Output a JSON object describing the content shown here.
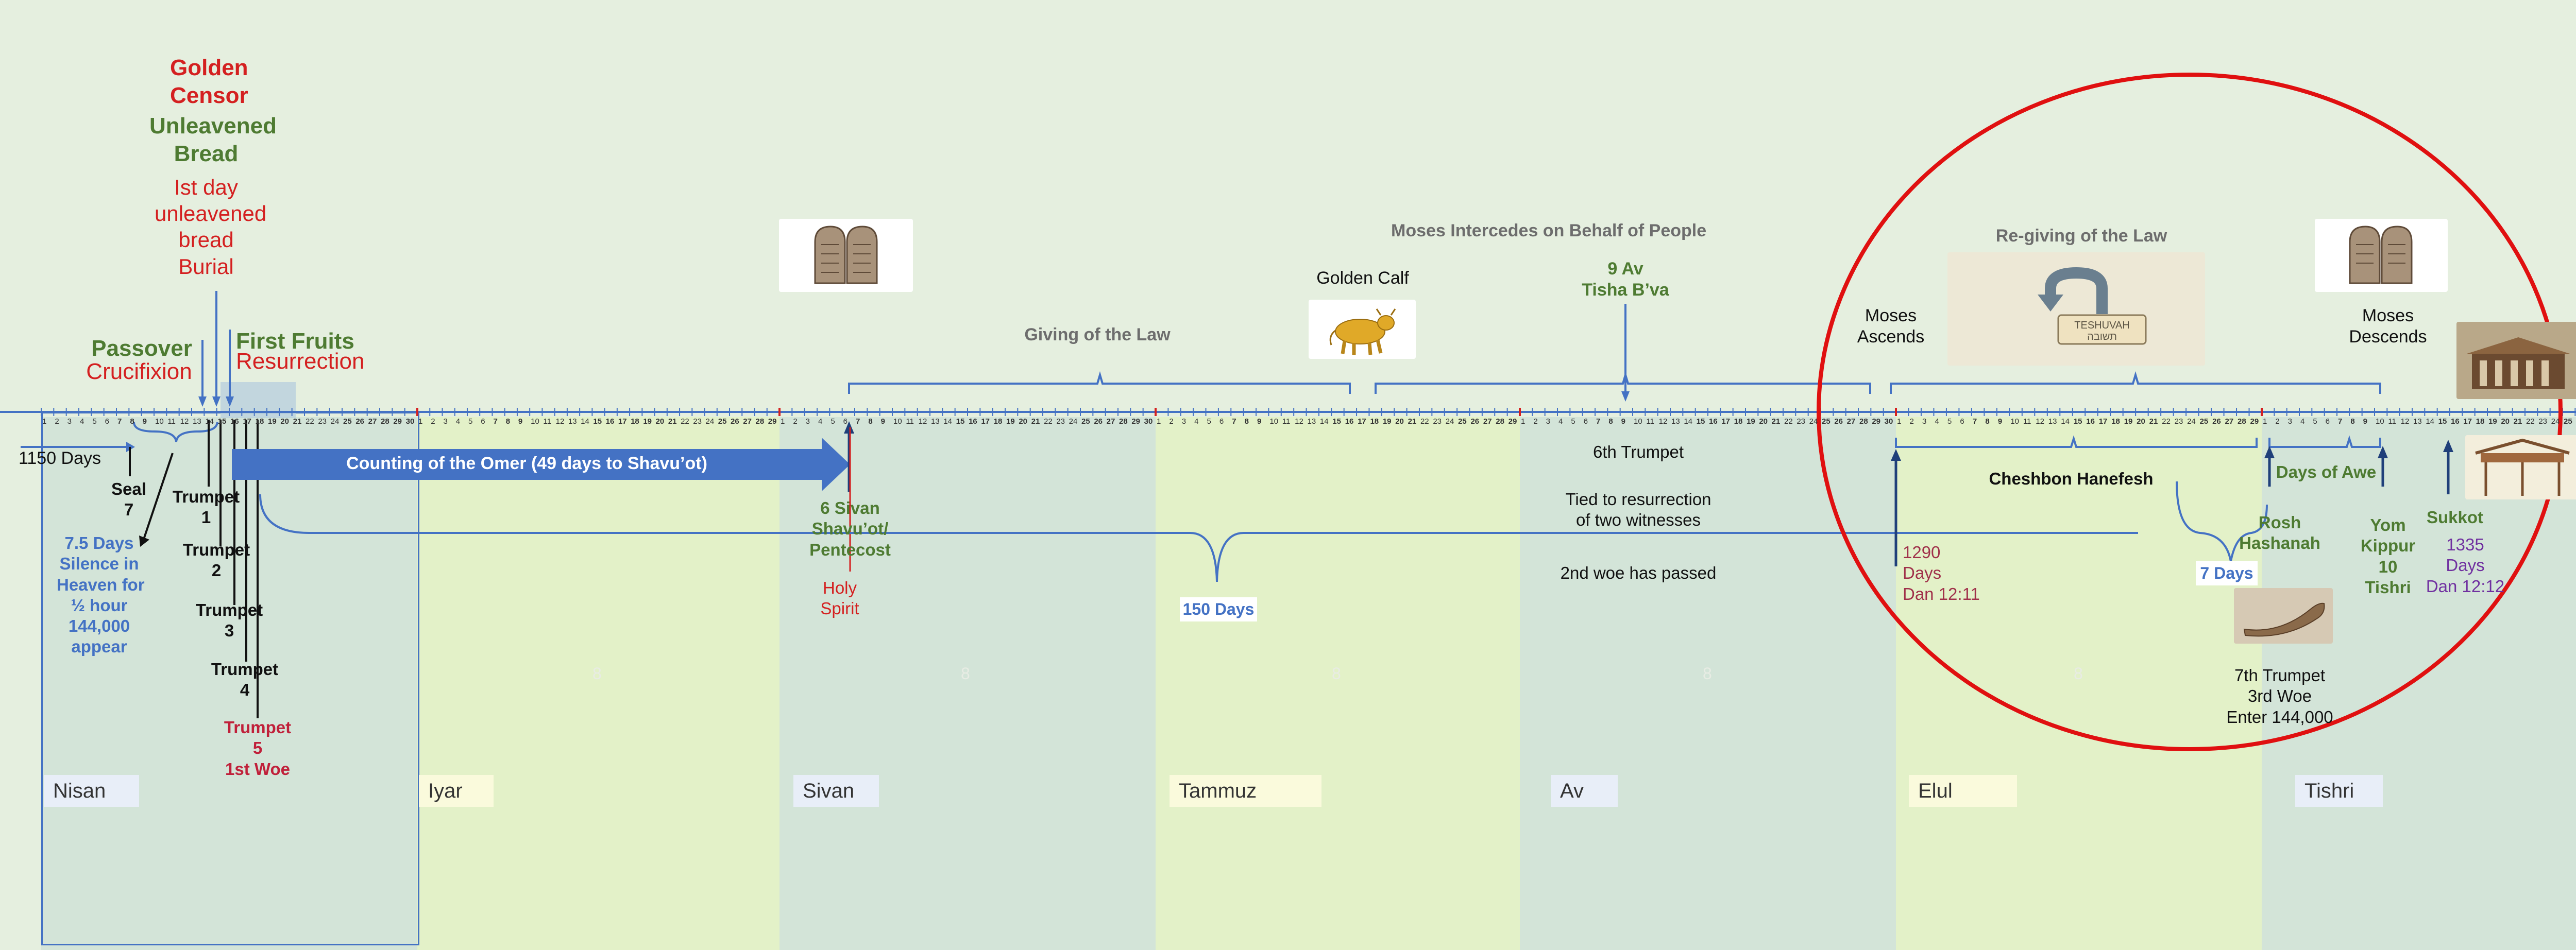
{
  "months": [
    "Nisan",
    "Iyar",
    "Sivan",
    "Tammuz",
    "Av",
    "Elul",
    "Tishri"
  ],
  "month_day_counts": [
    30,
    29,
    30,
    29,
    30,
    29,
    30
  ],
  "band_marker": "8",
  "left_text": {
    "golden_censor": "Golden\nCensor",
    "unleavened_bread": "Unleavened\nBread",
    "first_day": "Ist day\nunleavened\nbread\nBurial",
    "passover": "Passover",
    "crucifixion": "Crucifixion",
    "first_fruits": "First Fruits",
    "resurrection": "Resurrection",
    "days_1150": "1150 Days",
    "seal7": "Seal\n7",
    "silence": "7.5 Days\nSilence in\nHeaven for\n½ hour\n144,000\nappear",
    "trumpet1": "Trumpet\n1",
    "trumpet2": "Trumpet\n2",
    "trumpet3": "Trumpet\n3",
    "trumpet4": "Trumpet\n4",
    "trumpet5": "Trumpet\n5\n1st Woe"
  },
  "omer": "Counting of the Omer (49 days to Shavu’ot)",
  "sivan_text": {
    "shavuot": "6 Sivan\nShavu’ot/\nPentecost",
    "holy_spirit": "Holy\nSpirit"
  },
  "top_text": {
    "giving_law": "Giving of the Law",
    "golden_calf": "Golden Calf",
    "moses_intercedes": "Moses Intercedes on Behalf of People",
    "av9": "9 Av\nTisha B’va",
    "regiving_law": "Re-giving of the Law",
    "moses_ascends": "Moses\nAscends",
    "moses_descends": "Moses\nDescends"
  },
  "days150": "150 Days",
  "av_text": {
    "trumpet6": "6th Trumpet",
    "tied": "Tied to resurrection\nof two witnesses",
    "woe2": "2nd woe has passed"
  },
  "elul_text": {
    "cheshbon": "Cheshbon Hanefesh",
    "days1290": "1290\nDays\nDan 12:11",
    "days7": "7 Days",
    "trumpet7": "7th Trumpet\n3rd Woe\nEnter 144,000"
  },
  "tishri_text": {
    "days_of_awe": "Days of Awe",
    "rosh": "Rosh\nHashanah",
    "yom": "Yom\nKippur\n10\nTishri",
    "sukkot": "Sukkot",
    "days1335": "1335\nDays\nDan 12:12"
  },
  "teshuvah": "TESHUVAH",
  "teshuvah_hebrew": "תשובה",
  "colors": {
    "background": "#e5efdf",
    "band_teal": "#d3e4d8",
    "band_lime": "#e3f1c8",
    "accent_blue": "#4472c4",
    "red_circle": "#e01010",
    "text_red": "#d42020",
    "text_green": "#4e7b32"
  }
}
